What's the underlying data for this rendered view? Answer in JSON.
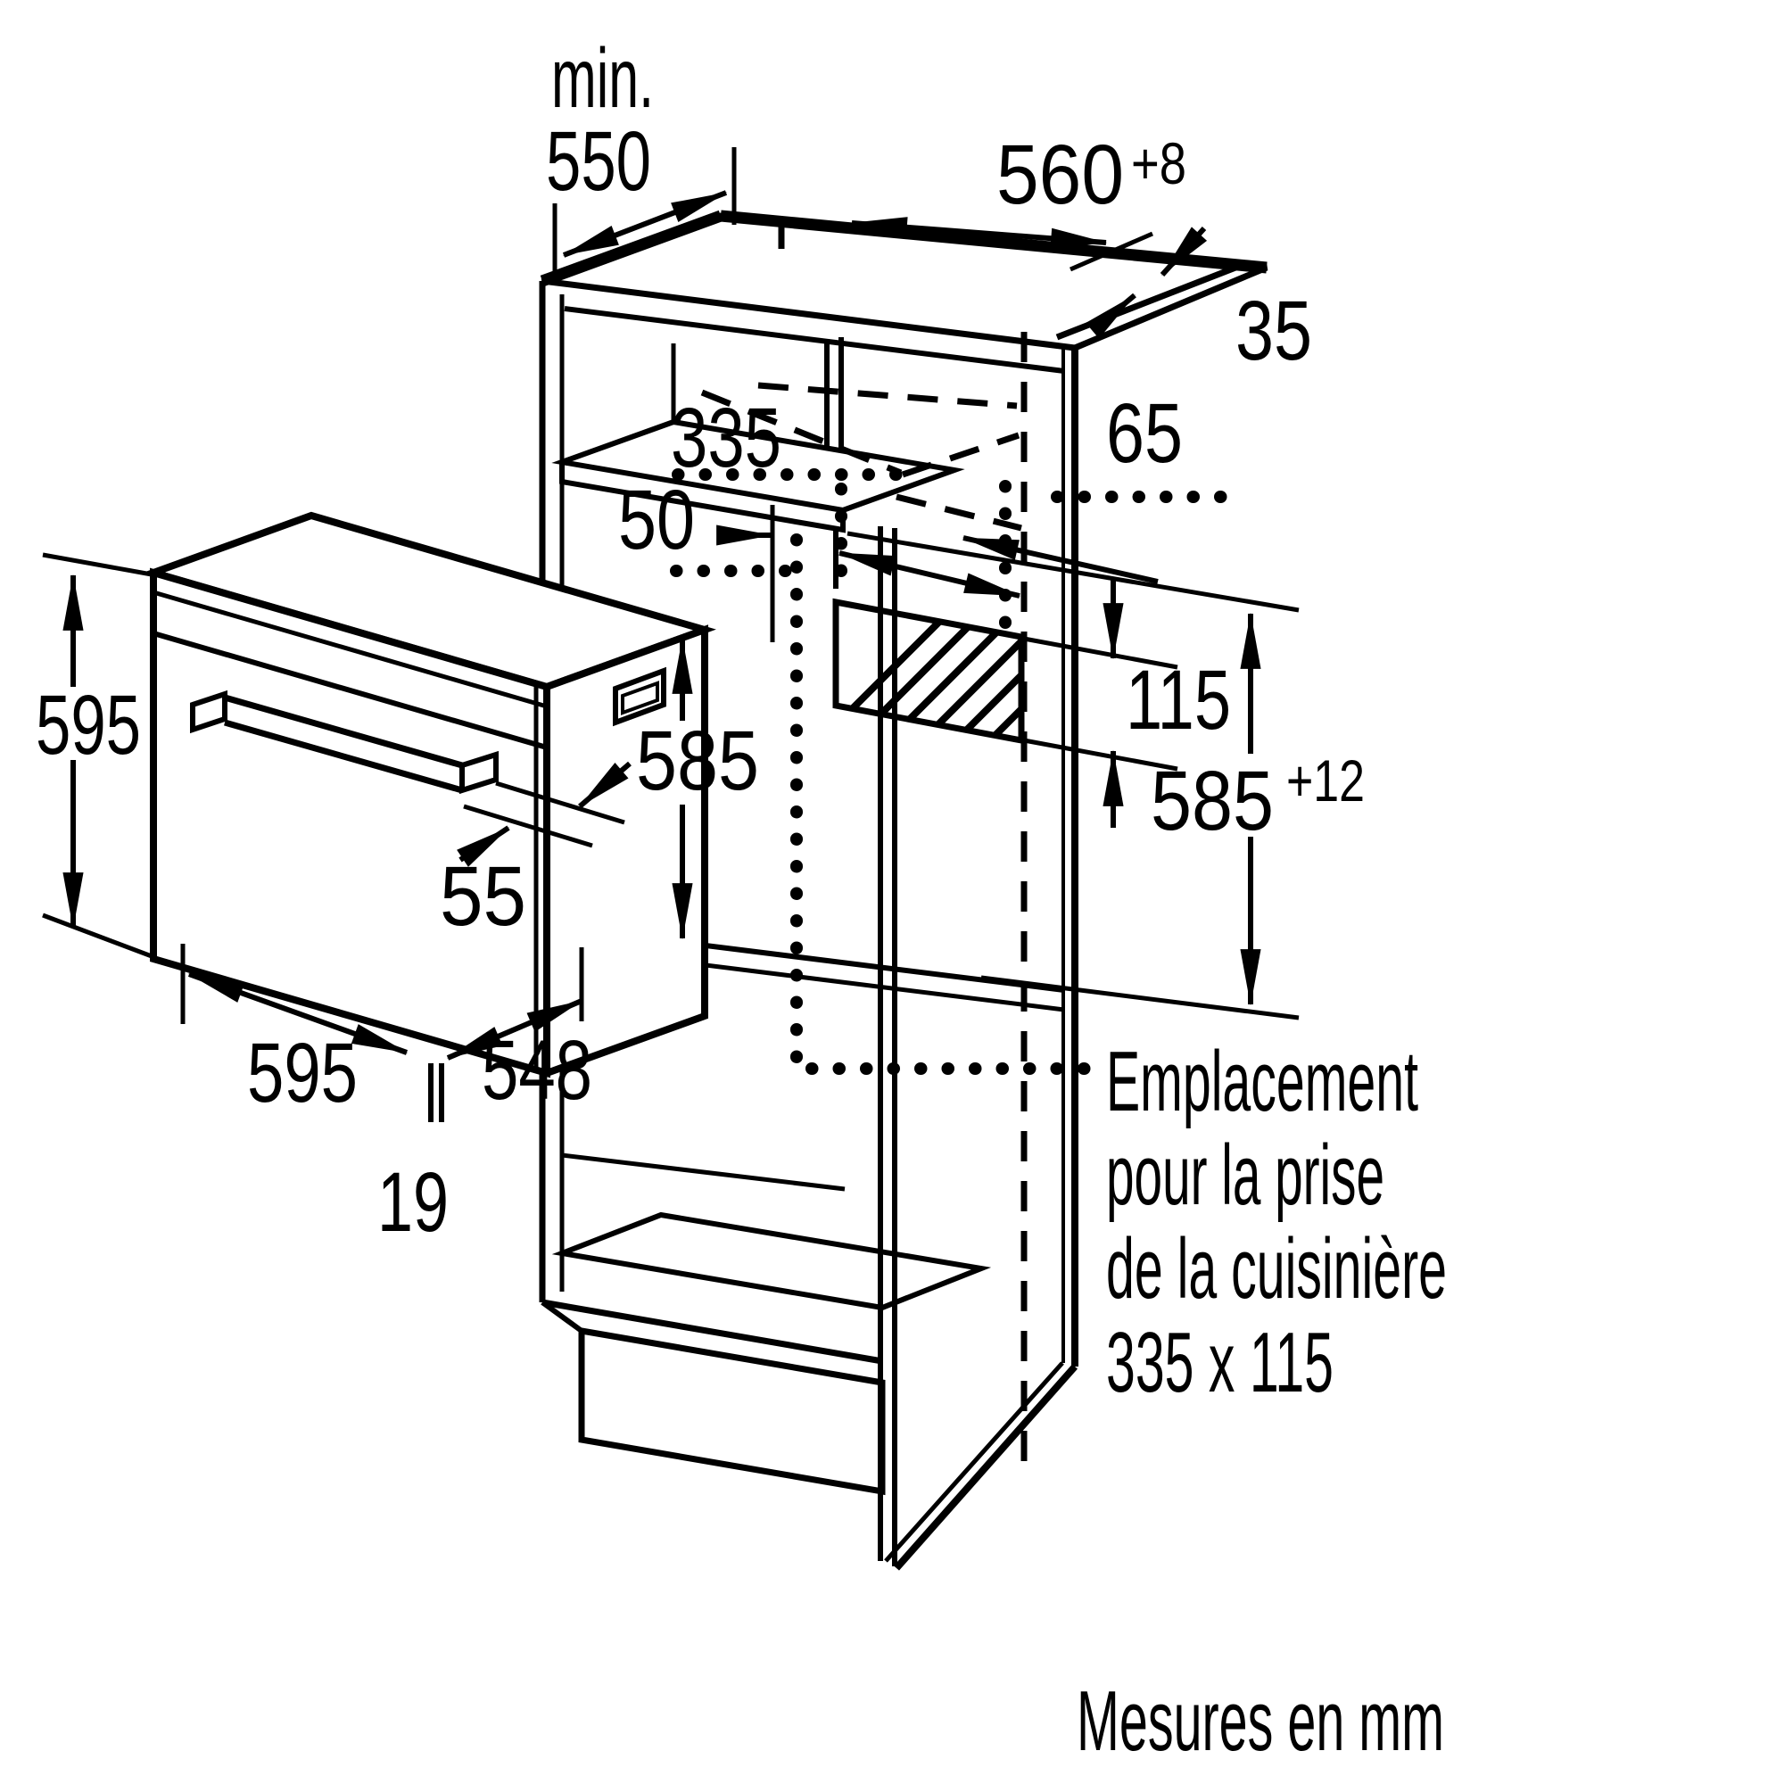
{
  "figure": {
    "type": "installation-diagram",
    "units_note": "Mesures en mm",
    "socket_note": {
      "line1": "Emplacement",
      "line2": "pour la prise",
      "line3": "de la cuisinière",
      "line4": "335 x 115"
    },
    "dims": {
      "min_prefix": "min.",
      "worktop_depth_550": "550",
      "niche_width_560": "560",
      "niche_width_tol": "+8",
      "side_wall_35": "35",
      "cutout_width_335": "335",
      "cutout_right_offset_65": "65",
      "cutout_left_offset_50": "50",
      "cutout_height_115": "115",
      "niche_height_585": "585",
      "niche_height_tol": "+12",
      "oven_front_height_595": "595",
      "oven_body_height_585": "585",
      "handle_depth_55": "55",
      "oven_width_595": "595",
      "oven_depth_548": "548",
      "front_gap_19": "19"
    },
    "colors": {
      "line": "#000000",
      "background": "#ffffff"
    }
  }
}
